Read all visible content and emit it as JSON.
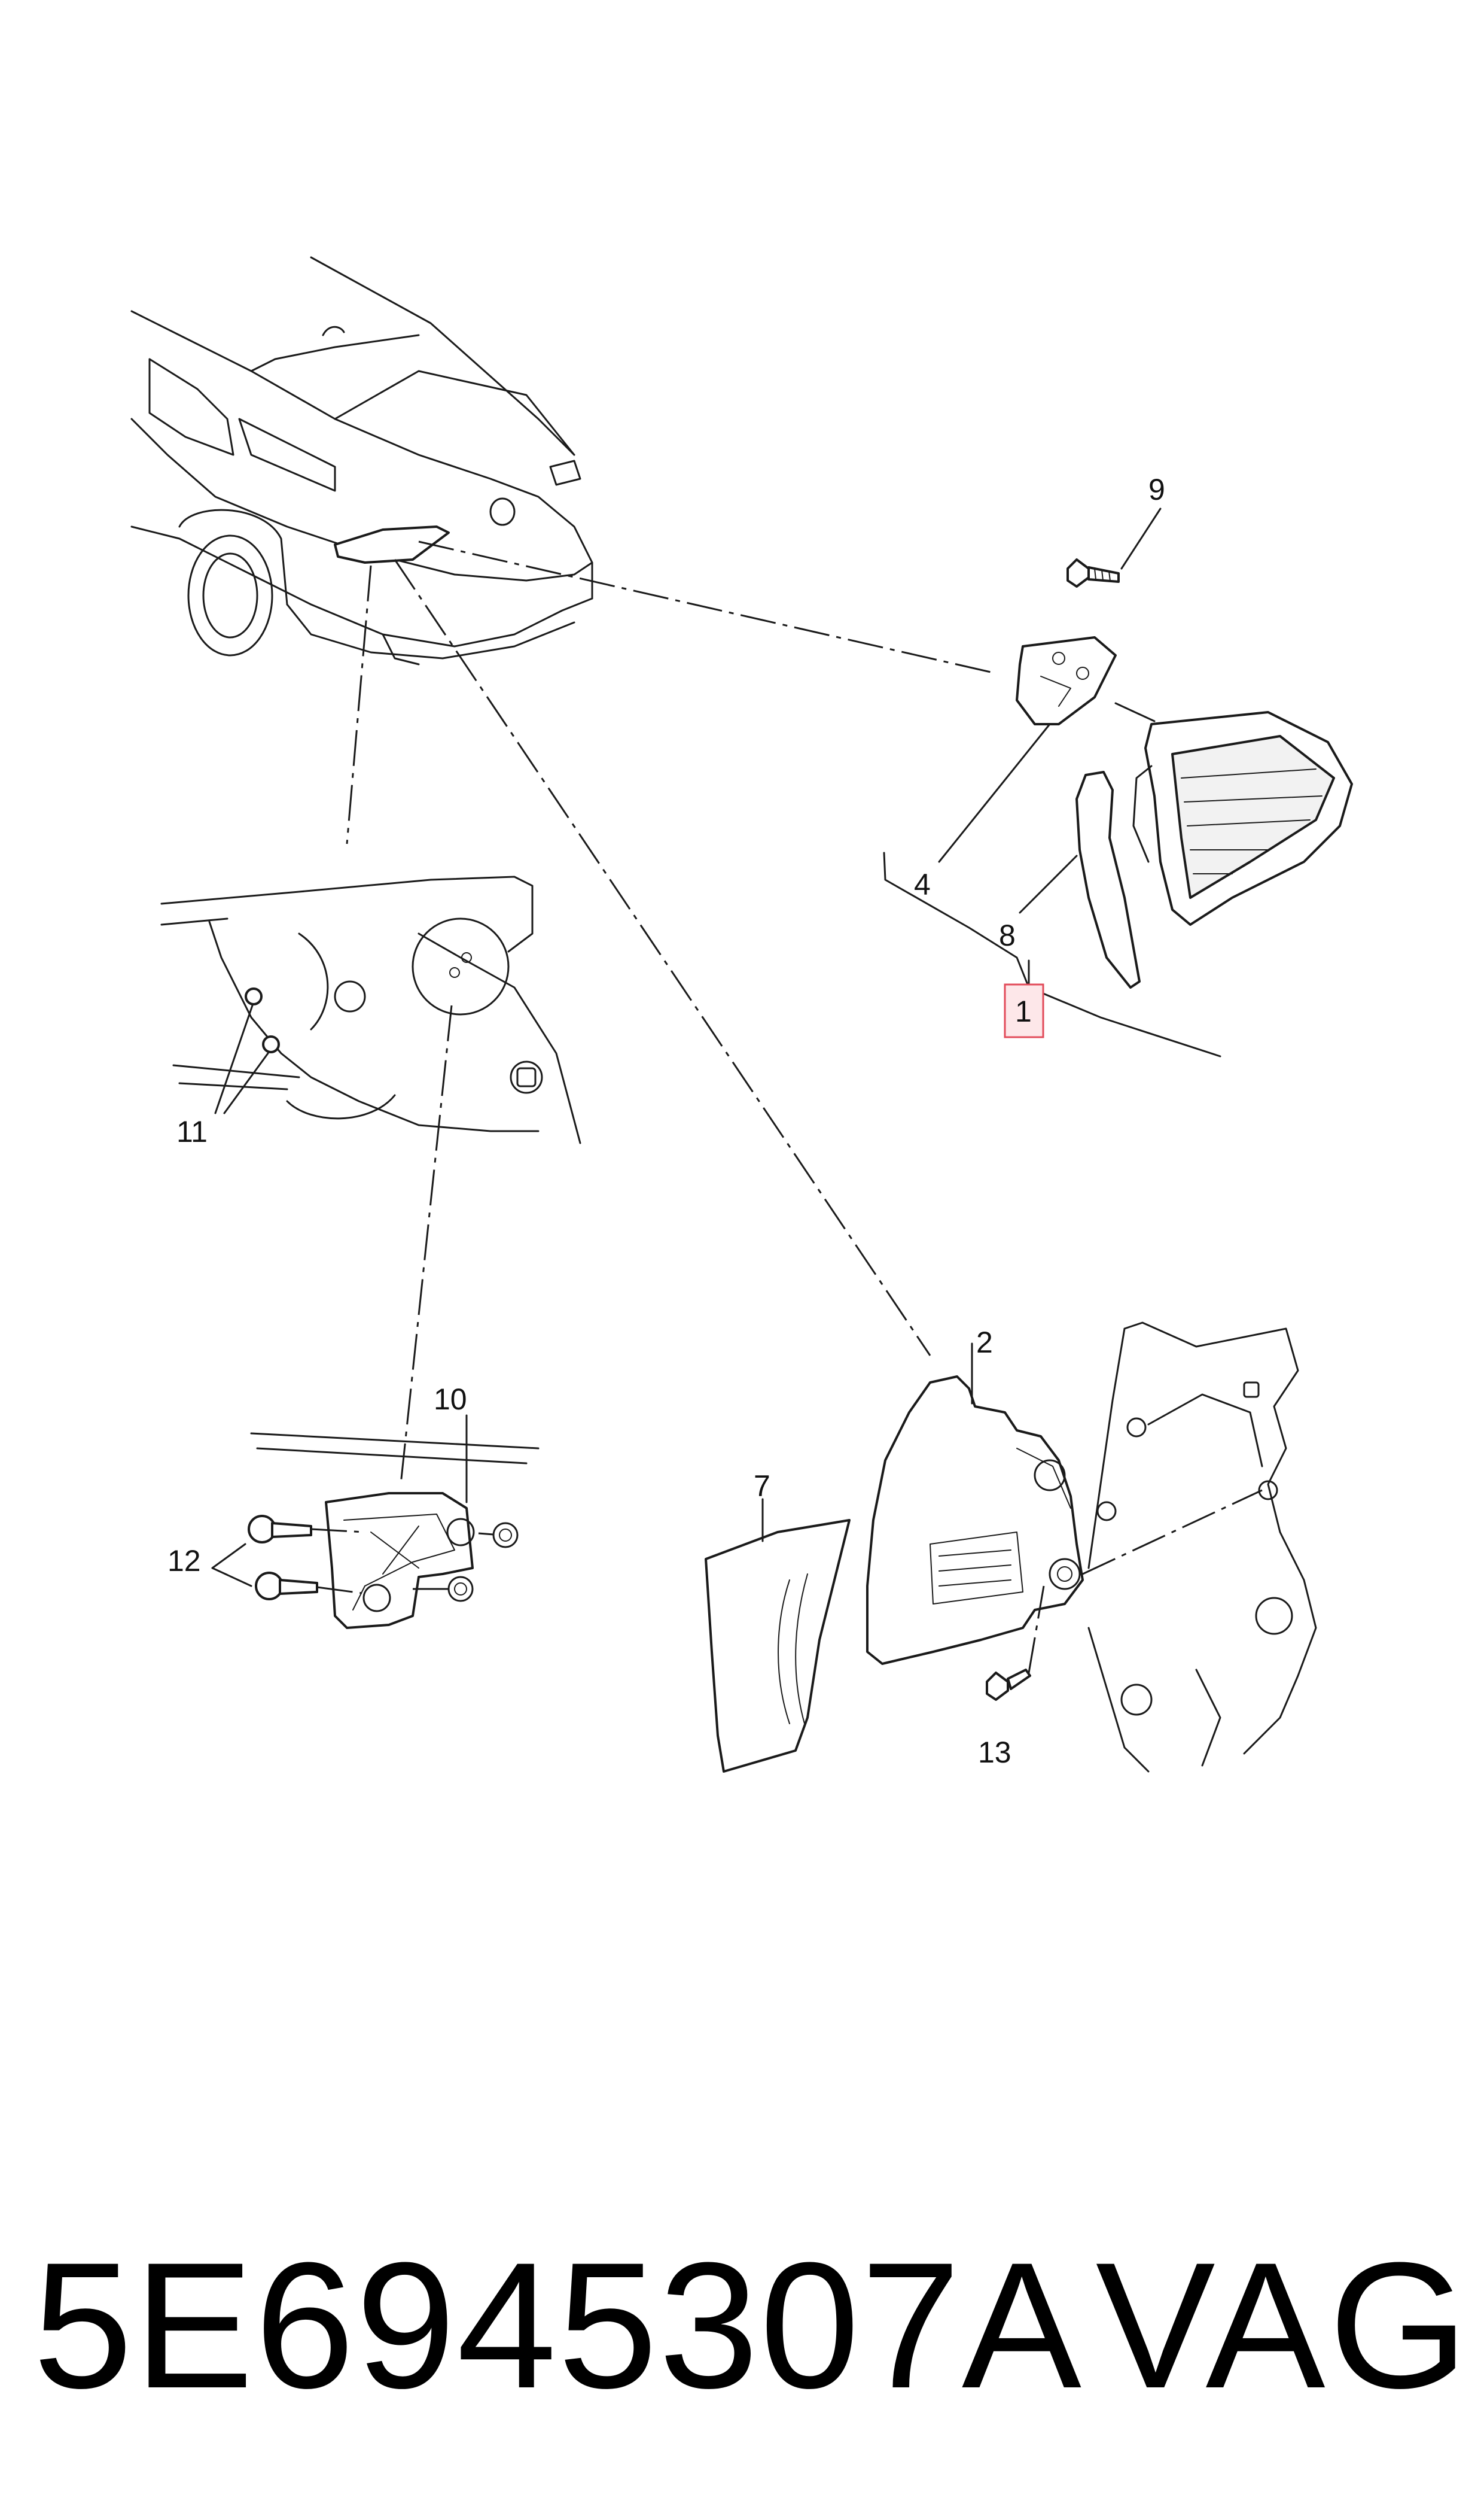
{
  "callouts": {
    "c1": "1",
    "c2": "2",
    "c4": "4",
    "c7": "7",
    "c8": "8",
    "c9": "9",
    "c10": "10",
    "c11": "11",
    "c12": "12",
    "c13": "13"
  },
  "footer": {
    "part_number": "5E6945307A",
    "brand": "VAG"
  },
  "colors": {
    "highlight_fill": "#fde7e9",
    "highlight_stroke": "#e24b5a",
    "line": "#1a1a1a"
  }
}
